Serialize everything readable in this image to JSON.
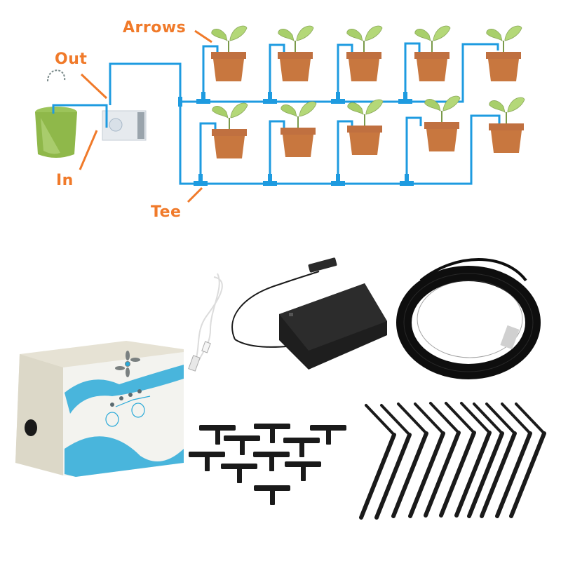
{
  "diagram": {
    "labels": {
      "arrows": "Arrows",
      "out": "Out",
      "in": "In",
      "tee": "Tee"
    },
    "colors": {
      "label": "#f07a2a",
      "pipe": "#1e9be0",
      "pot": "#c8773f",
      "pot_rim": "#b8652f",
      "leaf": "#a8cf6a",
      "bucket": "#8fb84a"
    },
    "rows": [
      {
        "pots": 5
      },
      {
        "pots": 5
      }
    ]
  },
  "products": {
    "controller": {
      "name": "automatic watering controller",
      "panel_color": "#2aa9d8",
      "body_color": "#e8e4d8"
    },
    "usb_cable": {
      "name": "USB power cable",
      "color": "#f2f2f2"
    },
    "battery_box": {
      "name": "battery box with DC plug",
      "color": "#1a1a1a"
    },
    "tubing": {
      "name": "coiled black tubing",
      "color": "#111111"
    },
    "tee_connectors": {
      "name": "tee connectors",
      "count": 10
    },
    "drip_arrows": {
      "name": "drip arrows",
      "count": 11
    }
  }
}
